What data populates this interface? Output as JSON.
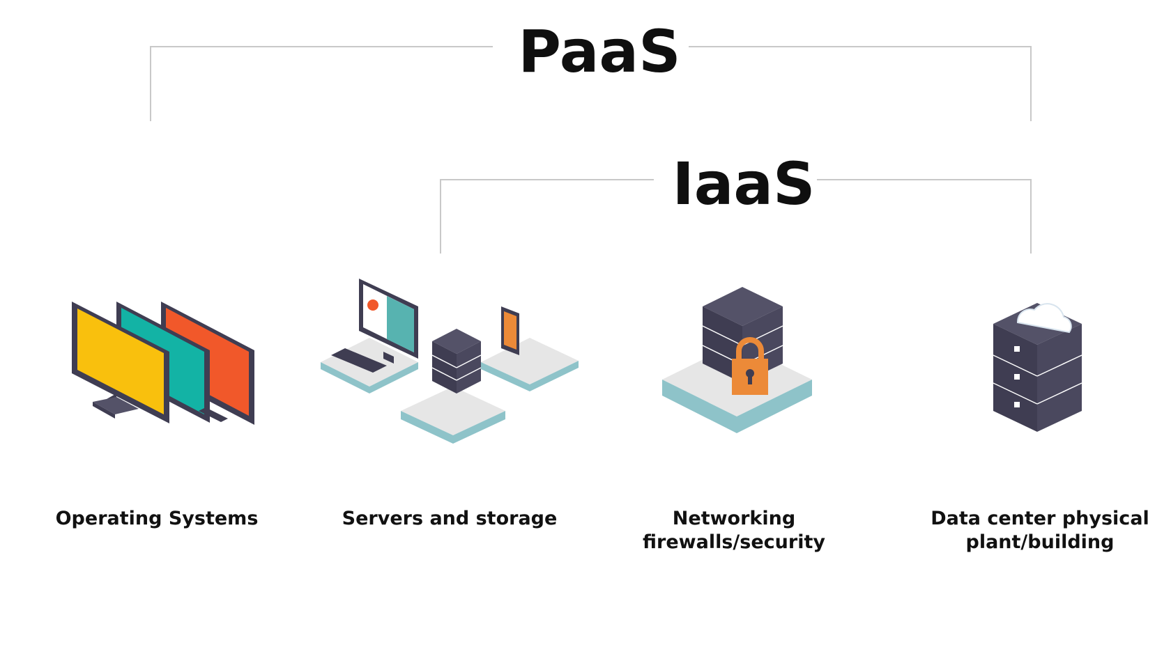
{
  "top_label": "PaaS",
  "mid_label": "IaaS",
  "items": [
    {
      "lines": [
        "Operating Systems"
      ],
      "icon": "monitors-icon"
    },
    {
      "lines": [
        "Servers and storage"
      ],
      "icon": "server-storage-icon"
    },
    {
      "lines": [
        "Networking",
        "firewalls/security"
      ],
      "icon": "network-security-icon"
    },
    {
      "lines": [
        "Data center physical",
        "plant/building"
      ],
      "icon": "datacenter-icon"
    }
  ],
  "colors": {
    "bracket": "#c8c8c8",
    "server_dark": "#3f3d52",
    "server_mid": "#545268",
    "screen_yellow": "#f9c00d",
    "screen_teal": "#13b3a5",
    "screen_orange": "#f1582a",
    "lock_orange": "#ec8a38",
    "platform_teal": "#8ec3c9"
  }
}
